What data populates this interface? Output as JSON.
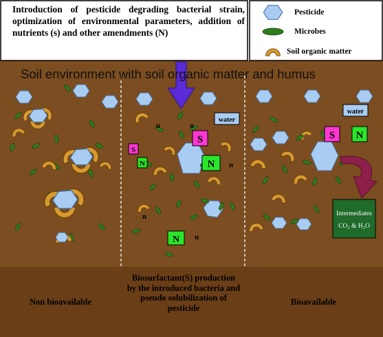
{
  "header": {
    "intro_text": "Introduction of pesticide degrading bacterial strain, optimization of environmental parameters, addition of nutrients (s) and other amendments (N)"
  },
  "legend": {
    "pesticide": "Pesticide",
    "microbes": "Microbes",
    "soil_organic_matter": "Soil organic matter"
  },
  "soil_title": "Soil environment with soil organic matter and humus",
  "panel_labels": {
    "water": "water",
    "surfactant": "S",
    "nutrient": "N",
    "n_lower": "n"
  },
  "intermediates": {
    "line1": "Intermediates",
    "line2": "CO₂ & H₂O"
  },
  "captions": {
    "left": "Non  bioavailable",
    "middle": "Biosurfactant(S) production by the introduced bacteria and pseudo solubilization of pesticide",
    "right": "Bioavailable"
  },
  "colors": {
    "soil": "#7b4d20",
    "soil_bottom": "#6a3e16",
    "pesticide": "#a9cdf2",
    "microbe": "#2e7d1f",
    "organic_matter": "#d89a2e",
    "surfactant_box": "#ff37d2",
    "nutrient_box": "#2ae62a",
    "arrow_purple": "#5a2bd6",
    "curved_arrow": "#8e1e4a",
    "intermediates_box": "#1f6b2a"
  }
}
